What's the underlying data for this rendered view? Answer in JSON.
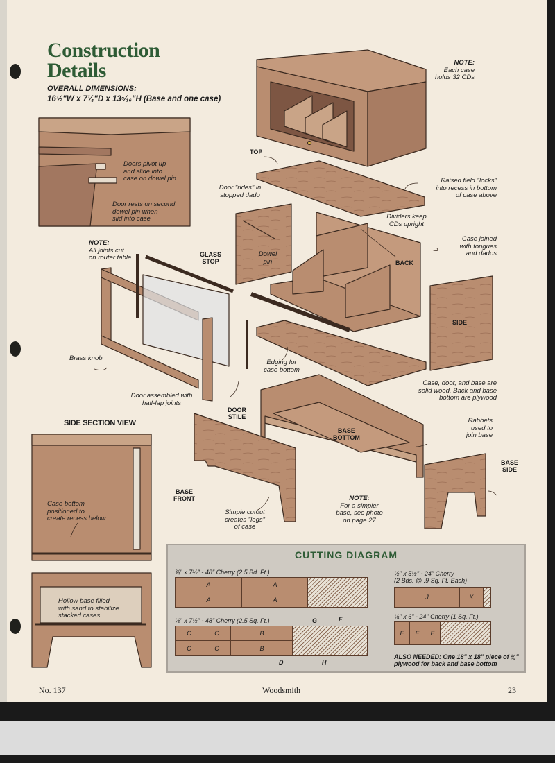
{
  "header": {
    "title_line1": "Construction",
    "title_line2": "Details",
    "dims_label": "OVERALL DIMENSIONS:",
    "dims_value": "16½\"W x 7¼\"D x 13⁵⁄₁₆\"H (Base and one case)"
  },
  "notes": {
    "case_note": "NOTE:",
    "case_note_text1": "Each case",
    "case_note_text2": "holds 32 CDs",
    "doors_pivot1": "Doors pivot up",
    "doors_pivot2": "and slide into",
    "doors_pivot3": "case on dowel pin",
    "door_rests1": "Door rests on second",
    "door_rests2": "dowel pin when",
    "door_rests3": "slid into case",
    "top": "TOP",
    "raised1": "Raised field \"locks\"",
    "raised2": "into recess in bottom",
    "raised3": "of case above",
    "door_rides1": "Door \"rides\" in",
    "door_rides2": "stopped dado",
    "dividers1": "Dividers keep",
    "dividers2": "CDs upright",
    "case_joined1": "Case joined",
    "case_joined2": "with tongues",
    "case_joined3": "and dados",
    "router_note": "NOTE:",
    "router1": "All joints cut",
    "router2": "on router table",
    "glass1": "GLASS",
    "glass2": "STOP",
    "dowel1": "Dowel",
    "dowel2": "pin",
    "back": "BACK",
    "side": "SIDE",
    "brass": "Brass knob",
    "edging1": "Edging for",
    "edging2": "case bottom",
    "solid1": "Case, door, and base are",
    "solid2": "solid wood. Back and base",
    "solid3": "bottom are plywood",
    "door_assembled1": "Door assembled with",
    "door_assembled2": "half-lap joints",
    "door_stile1": "DOOR",
    "door_stile2": "STILE",
    "base_bottom1": "BASE",
    "base_bottom2": "BOTTOM",
    "rabbets1": "Rabbets",
    "rabbets2": "used to",
    "rabbets3": "join base",
    "base_side1": "BASE",
    "base_side2": "SIDE",
    "base_front1": "BASE",
    "base_front2": "FRONT",
    "cutout1": "Simple cutout",
    "cutout2": "creates \"legs\"",
    "cutout3": "of case",
    "simpler_note": "NOTE:",
    "simpler1": "For a simpler",
    "simpler2": "base, see photo",
    "simpler3": "on page 27",
    "section_view": "SIDE SECTION VIEW",
    "case_bottom1": "Case bottom",
    "case_bottom2": "positioned to",
    "case_bottom3": "create recess below",
    "hollow1": "Hollow base filled",
    "hollow2": "with sand to stabilize",
    "hollow3": "stacked cases"
  },
  "cutting": {
    "title": "CUTTING DIAGRAM",
    "stock1": "¾\" x 7½\" - 48\" Cherry (2.5 Bd. Ft.)",
    "stock2": "½\" x 7½\" - 48\" Cherry (2.5 Sq. Ft.)",
    "stock3": "½\" x 5½\" - 24\" Cherry",
    "stock3b": "(2 Bds. @ .9 Sq. Ft. Each)",
    "stock4": "¼\" x 6\" - 24\" Cherry (1 Sq. Ft.)",
    "pieces": {
      "a": "A",
      "b": "B",
      "c": "C",
      "d": "D",
      "e": "E",
      "f": "F",
      "g": "G",
      "h": "H",
      "j": "J",
      "k": "K"
    },
    "also1": "ALSO NEEDED: One 18\" x 18\" piece of ¼\"",
    "also2": "plywood for back and base bottom"
  },
  "footer": {
    "issue": "No. 137",
    "magazine": "Woodsmith",
    "page": "23"
  },
  "colors": {
    "wood": "#b98d70",
    "wood_dark": "#8e6450",
    "outline": "#3b2a20",
    "title_green": "#2e5b35",
    "paper": "#f3ebde"
  }
}
